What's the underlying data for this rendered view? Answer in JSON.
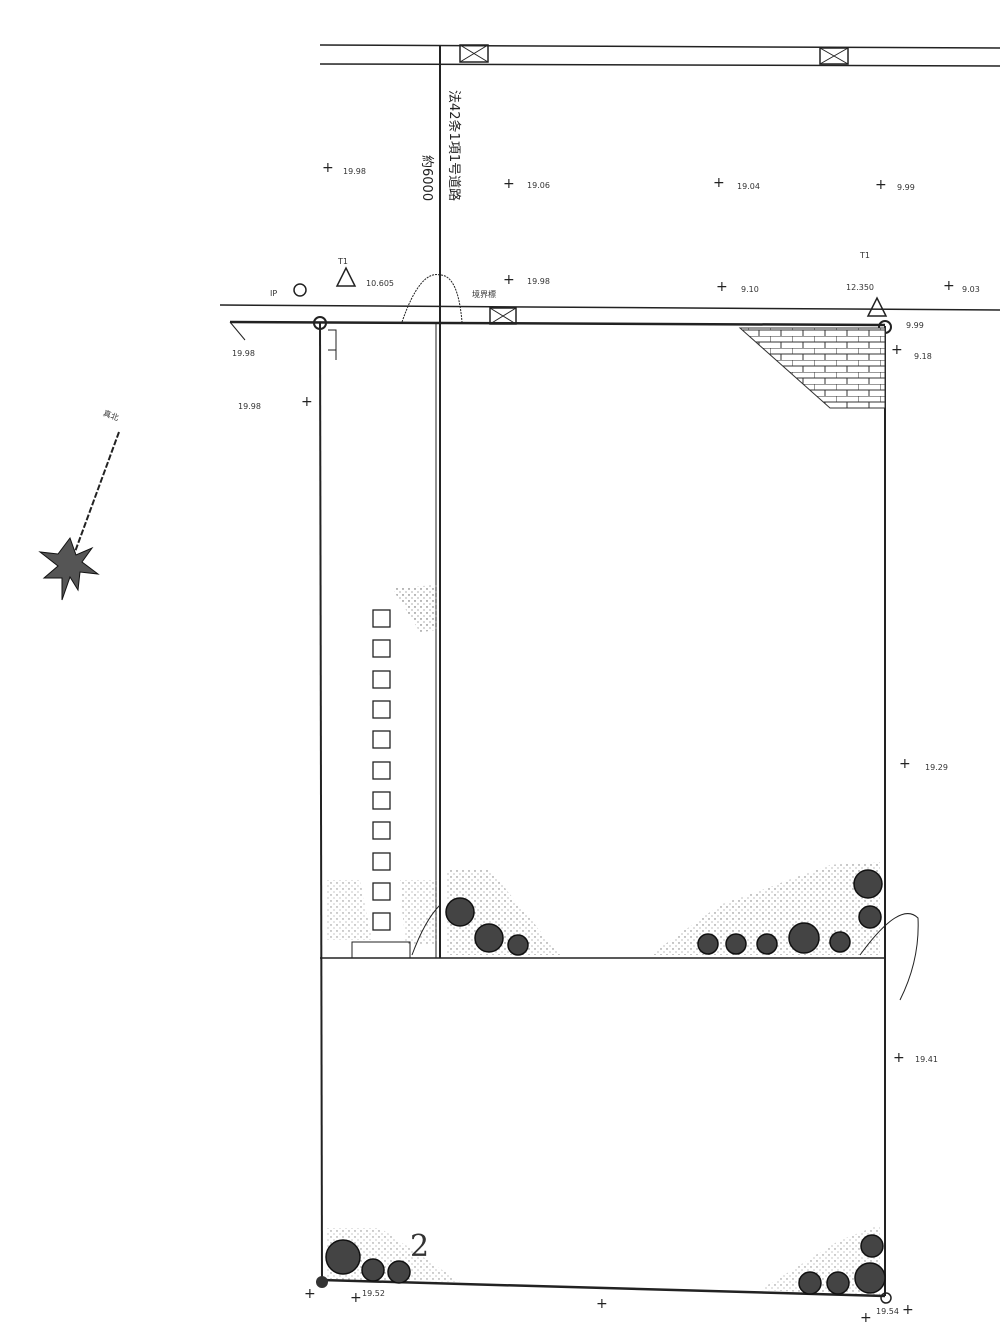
{
  "road": {
    "label": "法42条1項1号道路",
    "width_label": "約6000"
  },
  "compass": {
    "label": "真北"
  },
  "markers": {
    "ip_label": "IP",
    "t1_left": "T1",
    "t1_right": "T1",
    "bench_left": "10.605",
    "bench_right": "12.350",
    "boundary_note": "境界標"
  },
  "elevations": [
    "19.98",
    "19.06",
    "19.04",
    "9.99",
    "19.98",
    "9.10",
    "9.03",
    "9.99",
    "9.18",
    "19.98",
    "19.98",
    "19.29",
    "19.41",
    "19.52",
    "19.54"
  ],
  "lot_number": "2",
  "colors": {
    "line": "#222222",
    "background": "#ffffff"
  }
}
